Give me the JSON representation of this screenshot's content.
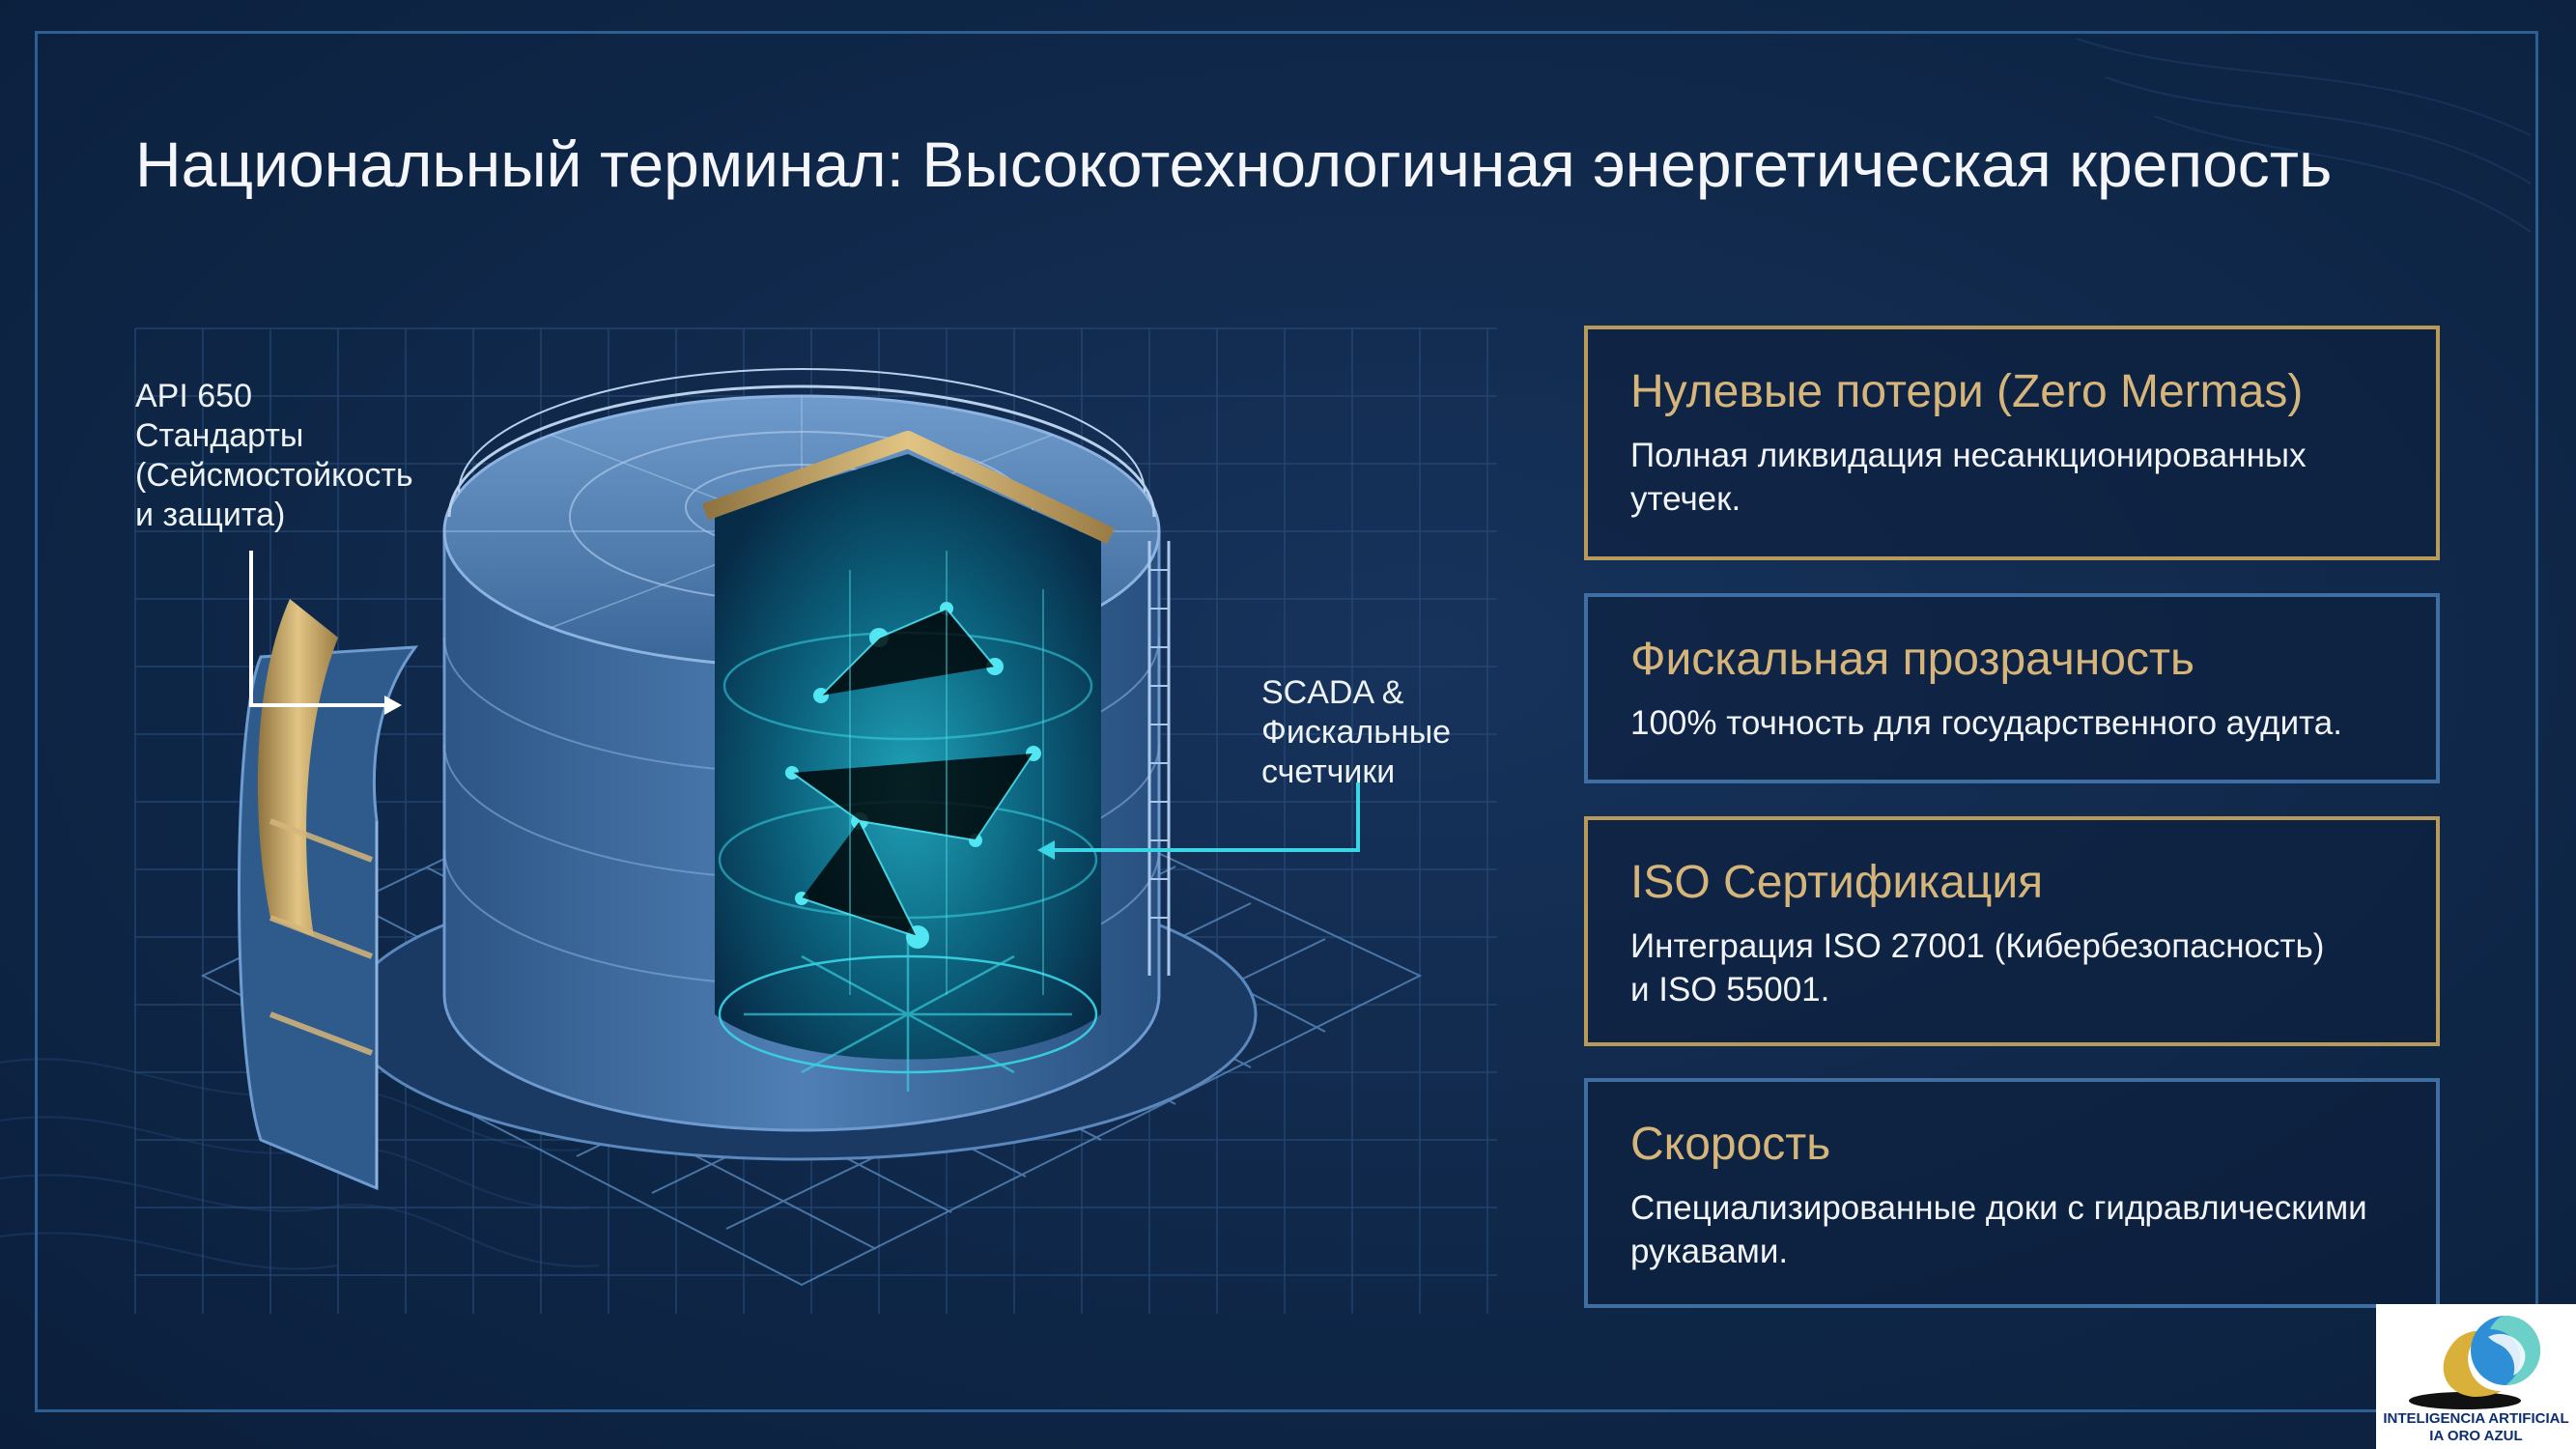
{
  "title": "Национальный терминал: Высокотехнологичная энергетическая крепость",
  "callouts": {
    "left": [
      "API 650",
      "Стандарты",
      "(Сейсмостойкость",
      "и защита)"
    ],
    "right": [
      "SCADA &",
      "Фискальные",
      "счетчики"
    ]
  },
  "cards": [
    {
      "title": "Нулевые потери (Zero Mermas)",
      "text": [
        "Полная ликвидация несанкционированных",
        "утечек."
      ],
      "border": "#b89a5a"
    },
    {
      "title": "Фискальная прозрачность",
      "text": [
        "100% точность для государственного аудита."
      ],
      "border": "#3f6ea3"
    },
    {
      "title": "ISO Сертификация",
      "text": [
        "Интеграция ISO 27001 (Кибербезопасность)",
        "и ISO 55001."
      ],
      "border": "#b89a5a"
    },
    {
      "title": "Скорость",
      "text": [
        "Специализированные доки с гидравлическими",
        "рукавами."
      ],
      "border": "#3f6ea3"
    }
  ],
  "logo": {
    "line1": "INTELIGENCIA ARTIFICIAL",
    "line2": "IA ORO AZUL"
  },
  "colors": {
    "background": "#0f2748",
    "frame": "#2e5f92",
    "gold_accent": "#d6b57a",
    "cyan_glow": "#39d6e6"
  },
  "icons": {
    "illustration": "storage-tank-cutaway-icon",
    "logo": "blue-water-drop-logo-icon"
  }
}
